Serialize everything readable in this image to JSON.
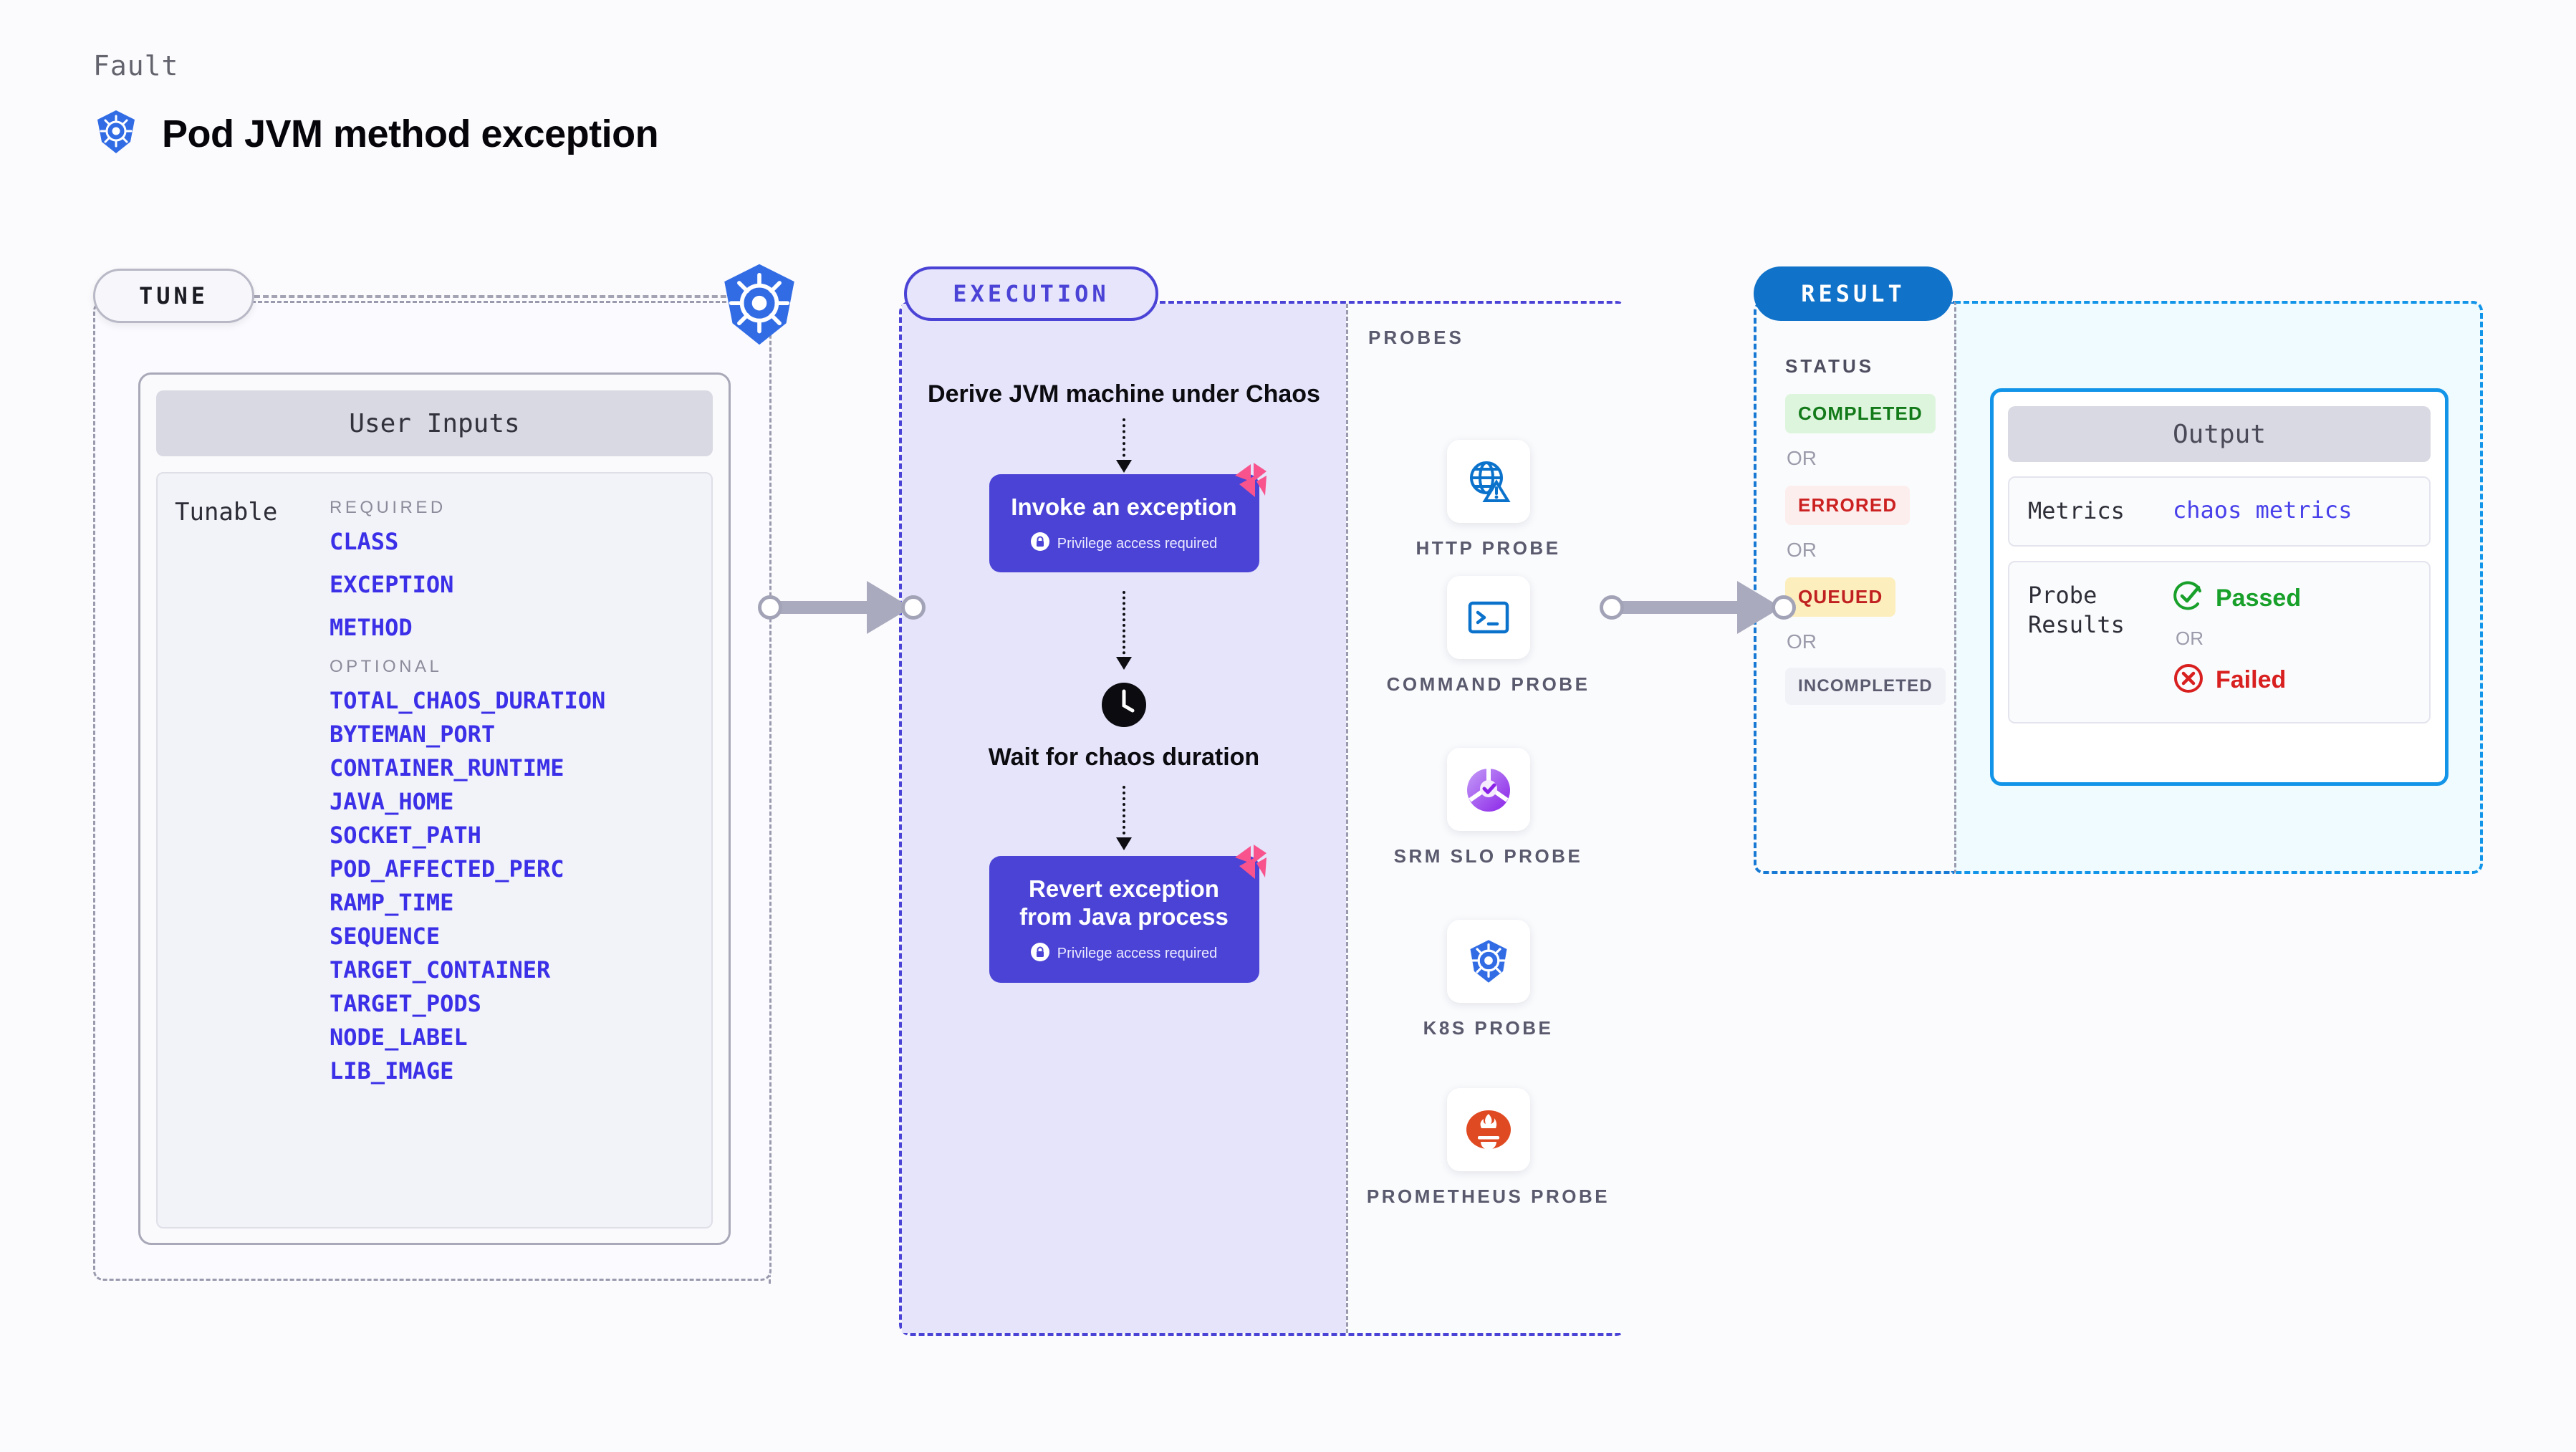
{
  "header": {
    "fault_label": "Fault",
    "title": "Pod JVM method exception",
    "icon": "kubernetes-icon"
  },
  "tune": {
    "pill_label": "TUNE",
    "node_icon": "kubernetes-icon",
    "user_inputs_title": "User Inputs",
    "tunable_label": "Tunable",
    "required_heading": "REQUIRED",
    "required": [
      "CLASS",
      "EXCEPTION",
      "METHOD"
    ],
    "optional_heading": "OPTIONAL",
    "optional": [
      "TOTAL_CHAOS_DURATION",
      "BYTEMAN_PORT",
      "CONTAINER_RUNTIME",
      "JAVA_HOME",
      "SOCKET_PATH",
      "POD_AFFECTED_PERC",
      "RAMP_TIME",
      "SEQUENCE",
      "TARGET_CONTAINER",
      "TARGET_PODS",
      "NODE_LABEL",
      "LIB_IMAGE"
    ]
  },
  "execution": {
    "pill_label": "EXECUTION",
    "step1_text": "Derive JVM machine under Chaos",
    "card1": {
      "title": "Invoke an exception",
      "privilege_note": "Privilege access required",
      "badge_icon": "litmus-flag-icon",
      "lock_icon": "lock-icon"
    },
    "wait_step": {
      "icon": "clock-icon",
      "text": "Wait for chaos duration"
    },
    "card2": {
      "title": "Revert exception from Java process",
      "privilege_note": "Privilege access required",
      "badge_icon": "litmus-flag-icon",
      "lock_icon": "lock-icon"
    }
  },
  "probes": {
    "heading": "PROBES",
    "items": [
      {
        "label": "HTTP PROBE",
        "icon": "globe-warning-icon"
      },
      {
        "label": "COMMAND PROBE",
        "icon": "terminal-icon"
      },
      {
        "label": "SRM SLO PROBE",
        "icon": "srm-slo-icon"
      },
      {
        "label": "K8S PROBE",
        "icon": "kubernetes-icon"
      },
      {
        "label": "PROMETHEUS PROBE",
        "icon": "prometheus-icon"
      }
    ]
  },
  "result": {
    "pill_label": "RESULT",
    "status_heading": "STATUS",
    "or_label": "OR",
    "statuses": [
      {
        "label": "COMPLETED",
        "bg": "#ddf5dc",
        "fg": "#137a1a"
      },
      {
        "label": "ERRORED",
        "bg": "#fdeeee",
        "fg": "#cc2121"
      },
      {
        "label": "QUEUED",
        "bg": "#fdeebe",
        "fg": "#c02020"
      },
      {
        "label": "INCOMPLETED",
        "bg": "#f1f2f7",
        "fg": "#5b5b70"
      }
    ],
    "output": {
      "title": "Output",
      "metrics_key": "Metrics",
      "metrics_value": "chaos metrics",
      "probe_results_key": "Probe Results",
      "passed_label": "Passed",
      "passed_icon": "check-circle-icon",
      "failed_label": "Failed",
      "failed_icon": "x-circle-icon",
      "or_label": "OR"
    }
  },
  "colors": {
    "accent_purple": "#4a43d6",
    "accent_blue": "#1072c8",
    "k8s_blue": "#326ce5",
    "litmus_pink": "#f8538d",
    "param_blue": "#3b30e8",
    "pass_green": "#18a02a",
    "fail_red": "#d92020"
  }
}
